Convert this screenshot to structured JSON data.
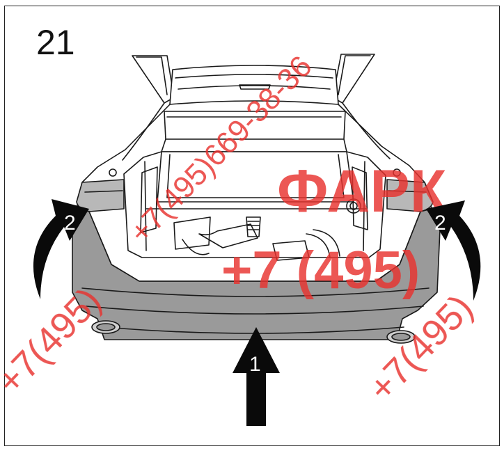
{
  "figure": {
    "step_number": "21",
    "callouts": {
      "bumper_push": "1",
      "left_pull": "2",
      "right_pull": "2"
    }
  },
  "watermark": {
    "brand": "ФАРК",
    "phone_main": "+7 (495)",
    "phone_diagonal": "+7(495)669-38-36",
    "phone_left": "+7(495)",
    "phone_right": "+7(495)",
    "color": "#e8322f"
  },
  "colors": {
    "bumper": "#9a9a9a",
    "line": "#1a1a1a",
    "arrow": "#0a0a0a"
  }
}
